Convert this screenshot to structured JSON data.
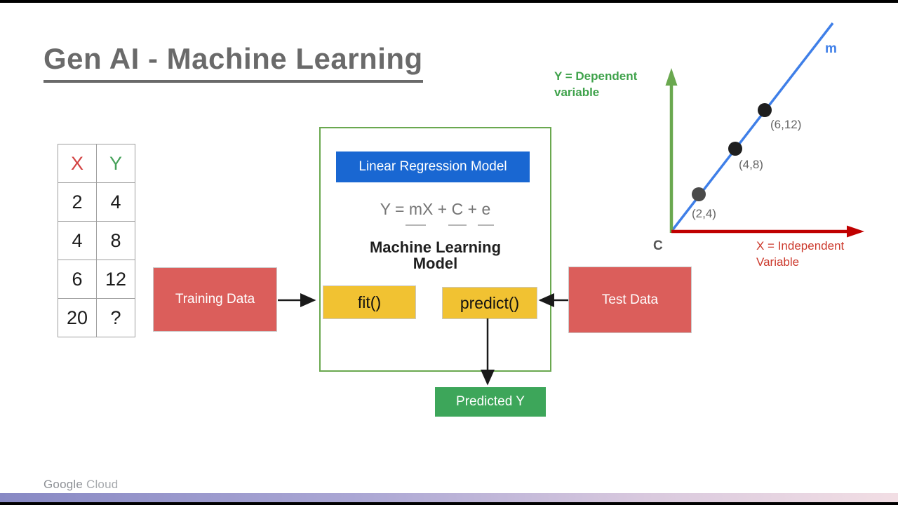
{
  "slide": {
    "title": "Gen AI - Machine Learning",
    "footer": {
      "brand_primary": "Google",
      "brand_secondary": "Cloud"
    }
  },
  "xy_table": {
    "headers": [
      "X",
      "Y"
    ],
    "rows": [
      [
        "2",
        "4"
      ],
      [
        "4",
        "8"
      ],
      [
        "6",
        "12"
      ],
      [
        "20",
        "?"
      ]
    ]
  },
  "pipeline": {
    "training_data_label": "Training Data",
    "test_data_label": "Test Data",
    "model_box": {
      "header_label": "Linear Regression Model",
      "formula": {
        "pre": "Y = ",
        "m": "m",
        "x": "X",
        "plus1": " + ",
        "c": "C",
        "plus2": " + ",
        "e": "e"
      },
      "model_label": "Machine Learning Model",
      "fit_label": "fit()",
      "predict_label": "predict()"
    },
    "predicted_label": "Predicted Y"
  },
  "graph": {
    "y_axis_label": "Y = Dependent variable",
    "x_axis_label": "X = Independent Variable",
    "slope_label": "m",
    "intercept_label": "C",
    "points": [
      {
        "x": 2,
        "y": 4,
        "label": "(2,4)"
      },
      {
        "x": 4,
        "y": 8,
        "label": "(4,8)"
      },
      {
        "x": 6,
        "y": 12,
        "label": "(6,12)"
      }
    ]
  },
  "chart_data": {
    "type": "scatter",
    "x": [
      2,
      4,
      6
    ],
    "y": [
      4,
      8,
      12
    ],
    "title": "",
    "xlabel": "X = Independent Variable",
    "ylabel": "Y = Dependent variable",
    "annotations": [
      "(2,4)",
      "(4,8)",
      "(6,12)",
      "m",
      "C"
    ]
  },
  "colors": {
    "title_gray": "#6a6a6a",
    "box_red": "#db5e5b",
    "box_yellow": "#f1c232",
    "box_blue": "#1967d2",
    "box_green": "#3da65a",
    "container_green_border": "#6aa84f",
    "axis_green": "#6aa84f",
    "axis_red": "#c00000",
    "line_blue": "#3f7fe8",
    "header_x_red": "#d24141",
    "header_y_green": "#45a159"
  }
}
